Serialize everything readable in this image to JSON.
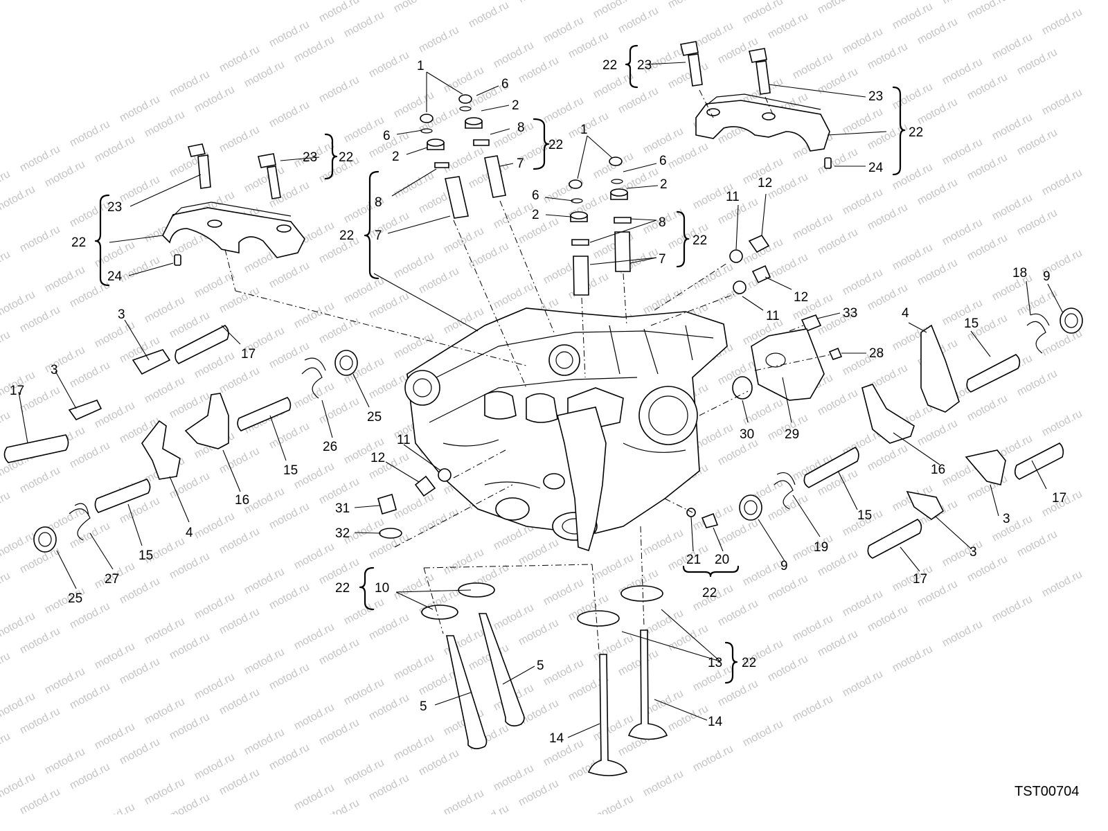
{
  "watermark": "motod.ru",
  "drawing_code": "TST00704",
  "callouts": {
    "c1": "1",
    "c2": "2",
    "c3": "3",
    "c4": "4",
    "c5": "5",
    "c6": "6",
    "c7": "7",
    "c8": "8",
    "c9": "9",
    "c10": "10",
    "c11": "11",
    "c12": "12",
    "c13": "13",
    "c14": "14",
    "c15": "15",
    "c16": "16",
    "c17": "17",
    "c18": "18",
    "c19": "19",
    "c20": "20",
    "c21": "21",
    "c22": "22",
    "c23": "23",
    "c24": "24",
    "c25": "25",
    "c26": "26",
    "c27": "27",
    "c28": "28",
    "c29": "29",
    "c30": "30",
    "c31": "31",
    "c32": "32",
    "c33": "33"
  }
}
